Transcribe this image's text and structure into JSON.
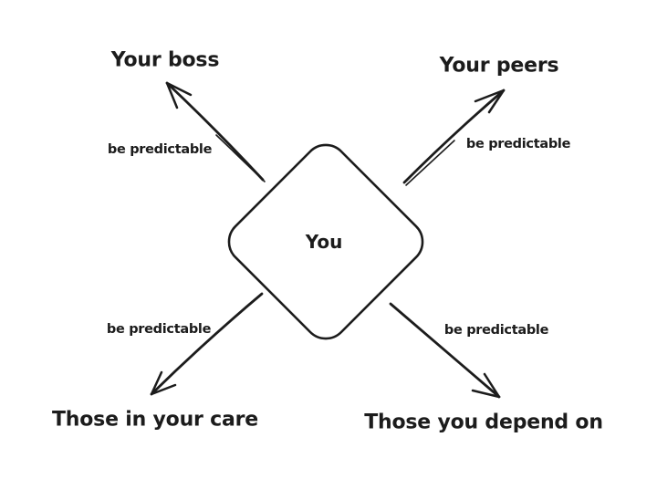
{
  "colors": {
    "background": "#ffffff",
    "ink": "#1c1c1c"
  },
  "center_node": {
    "label": "You"
  },
  "nodes": {
    "boss": {
      "label": "Your boss",
      "edge_label": "be predictable",
      "direction": "top-left"
    },
    "peers": {
      "label": "Your peers",
      "edge_label": "be predictable",
      "direction": "top-right"
    },
    "care": {
      "label": "Those in your care",
      "edge_label": "be predictable",
      "direction": "bottom-left"
    },
    "depend": {
      "label": "Those you depend on",
      "edge_label": "be predictable",
      "direction": "bottom-right"
    }
  }
}
